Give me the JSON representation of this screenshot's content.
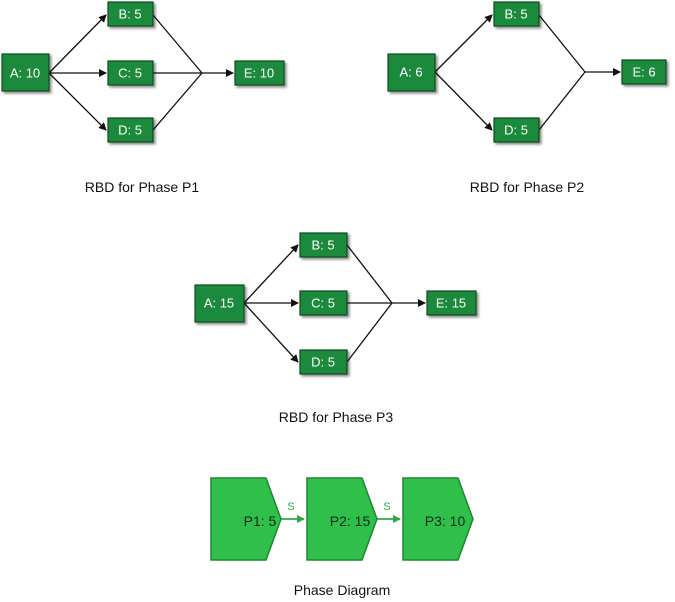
{
  "rbd_p1": {
    "caption": "RBD for Phase P1",
    "nodes": {
      "A": "A: 10",
      "B": "B: 5",
      "C": "C: 5",
      "D": "D: 5",
      "E": "E: 10"
    }
  },
  "rbd_p2": {
    "caption": "RBD for Phase P2",
    "nodes": {
      "A": "A: 6",
      "B": "B: 5",
      "D": "D: 5",
      "E": "E: 6"
    }
  },
  "rbd_p3": {
    "caption": "RBD for Phase P3",
    "nodes": {
      "A": "A: 15",
      "B": "B: 5",
      "C": "C: 5",
      "D": "D: 5",
      "E": "E: 15"
    }
  },
  "phase_diagram": {
    "caption": "Phase Diagram",
    "phases": [
      "P1: 5",
      "P2: 15",
      "P3: 10"
    ],
    "transition_label": "S"
  },
  "colors": {
    "node_fill": "#1e8a3c",
    "phase_fill": "#2fbf4a",
    "phase_edge": "#2fa843"
  }
}
